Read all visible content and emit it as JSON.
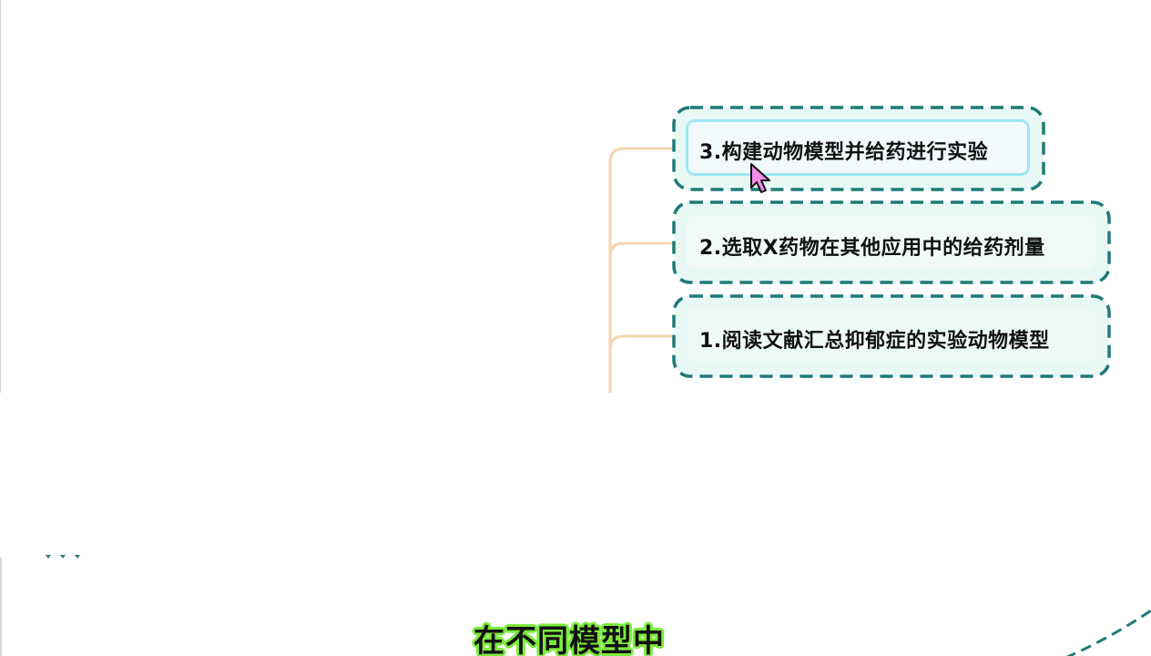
{
  "diagram": {
    "type": "mind-map-branch",
    "nodes": [
      {
        "id": "node-3",
        "label": "3.构建动物模型并给药进行实验",
        "selected": true
      },
      {
        "id": "node-2",
        "label": "2.选取X药物在其他应用中的给药剂量",
        "selected": false
      },
      {
        "id": "node-1",
        "label": "1.阅读文献汇总抑郁症的实验动物模型",
        "selected": false
      }
    ],
    "colors": {
      "dashed_border": "#1f7a78",
      "node_fill": "#e8f8f4",
      "selected_inner_border": "#9fe6f5",
      "selected_inner_fill": "#f1fbfc",
      "connector": "#f6d5ad",
      "cursor_fill": "#f28ce8",
      "subtitle_glow": "#7dea3f"
    }
  },
  "subtitle": {
    "text": "在不同模型中"
  },
  "cursor": {
    "icon": "pointer-arrow-icon"
  }
}
